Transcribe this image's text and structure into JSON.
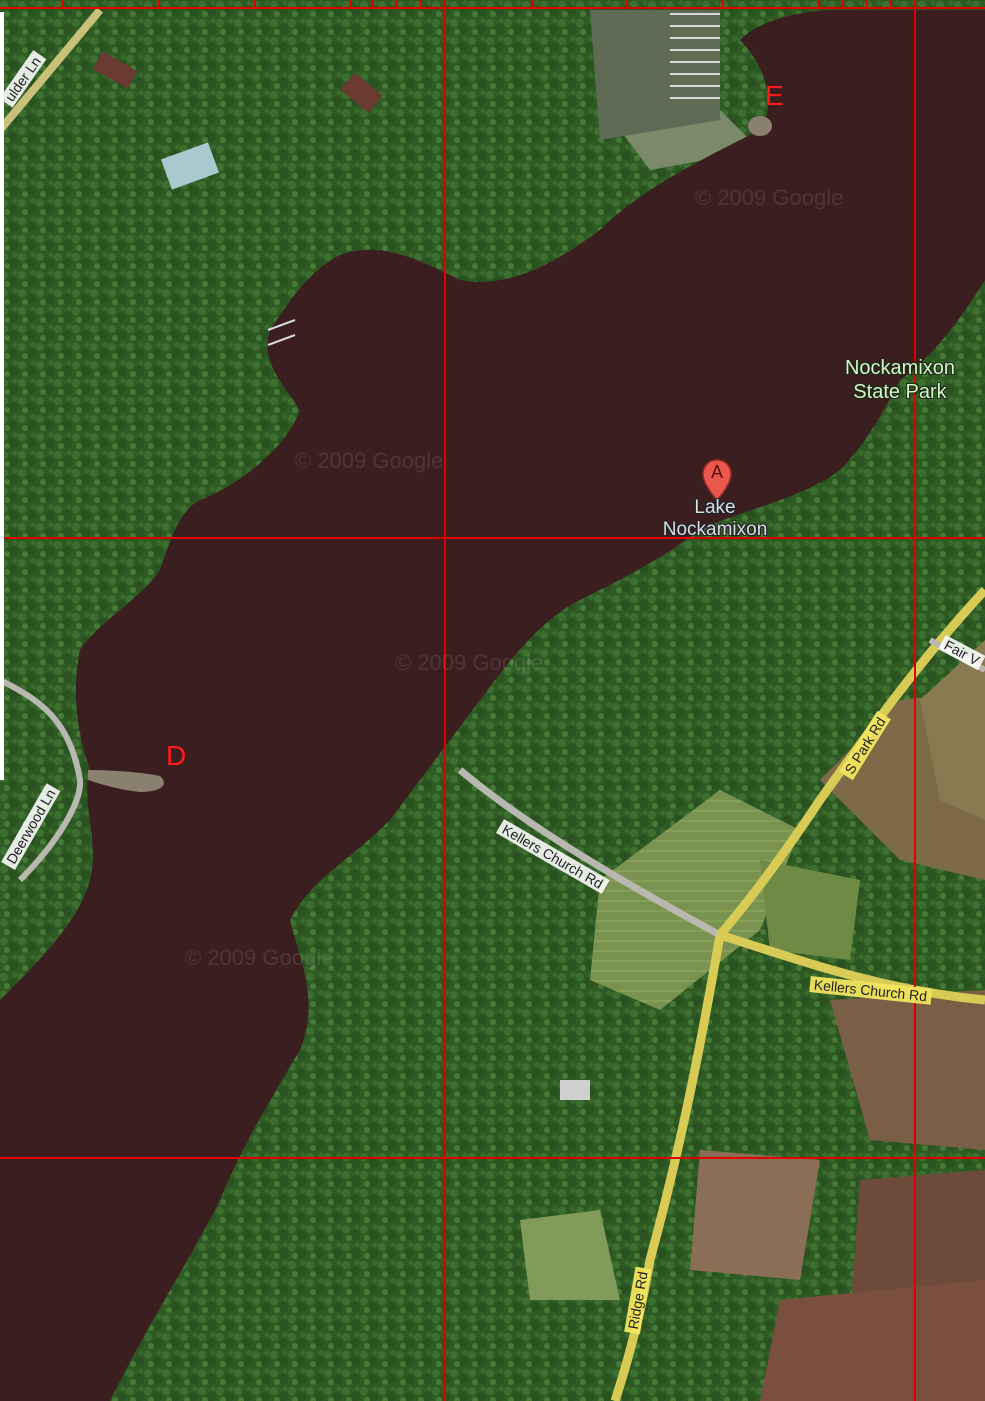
{
  "colors": {
    "water": "#3b1f20",
    "forest": "#2f5a24",
    "field": "#6f8a4a",
    "grid_line": "#e00000",
    "marker": "#e9574d",
    "point_letter": "#ff1a1a"
  },
  "map": {
    "lake_label_line1": "Lake",
    "lake_label_line2": "Nockamixon",
    "marker_letter": "A",
    "park_label_line1": "Nockamixon",
    "park_label_line2": "State Park",
    "point_d": "D",
    "point_e": "E",
    "watermark": "© 2009 Google"
  },
  "roads": {
    "boulder": "ulder Ln",
    "deerwood": "Deerwood Ln",
    "kellers_minor": "Kellers Church Rd",
    "kellers_major": "Kellers Church Rd",
    "s_park": "S Park Rd",
    "ridge": "Ridge Rd",
    "fair": "Fair V"
  }
}
